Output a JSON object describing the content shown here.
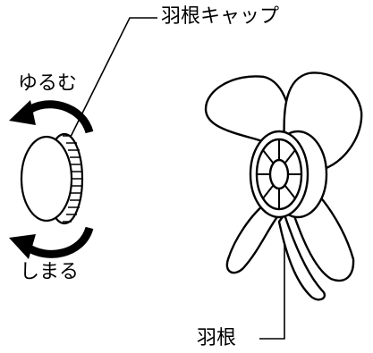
{
  "labels": {
    "cap": "羽根キャップ",
    "loosen": "ゆるむ",
    "tighten": "しまる",
    "blade": "羽根"
  },
  "colors": {
    "ink": "#000000",
    "paper": "#ffffff"
  },
  "icons": [
    "loosen-arrow-icon",
    "tighten-arrow-icon",
    "blade-cap-drawing",
    "fan-blade-drawing"
  ]
}
